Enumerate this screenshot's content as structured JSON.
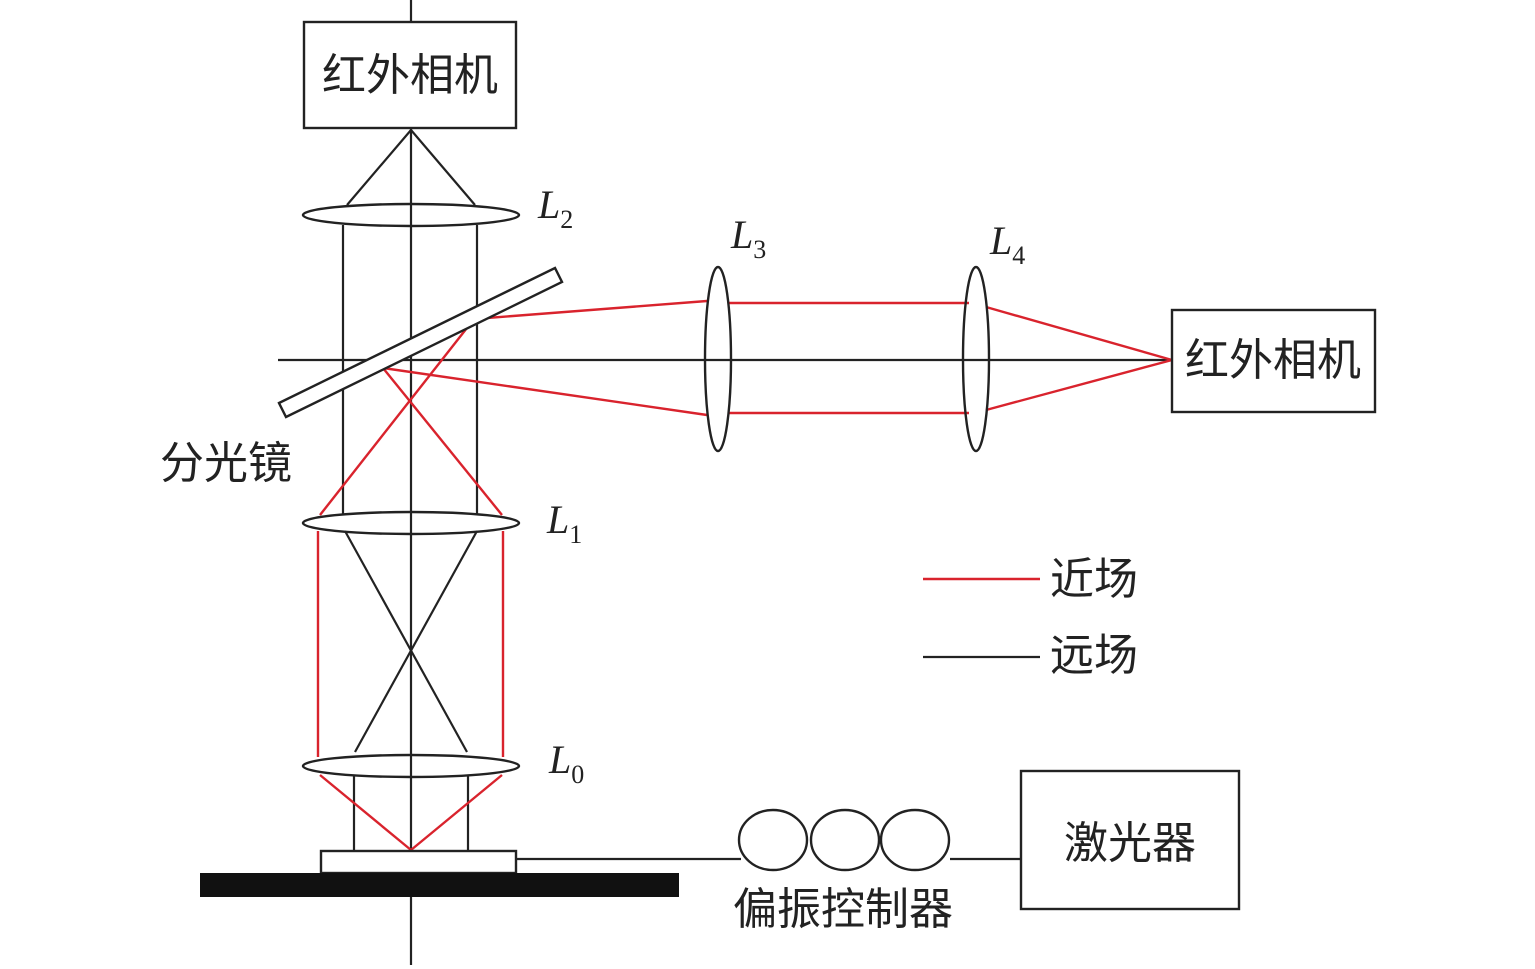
{
  "labels": {
    "camera_top": "红外相机",
    "camera_right": "红外相机",
    "beam_splitter": "分光镜",
    "laser": "激光器",
    "polarization_controller": "偏振控制器"
  },
  "lenses": {
    "L0": {
      "letter": "L",
      "sub": "0"
    },
    "L1": {
      "letter": "L",
      "sub": "1"
    },
    "L2": {
      "letter": "L",
      "sub": "2"
    },
    "L3": {
      "letter": "L",
      "sub": "3"
    },
    "L4": {
      "letter": "L",
      "sub": "4"
    }
  },
  "legend": {
    "items": [
      {
        "label": "近场",
        "color": "#d9232d"
      },
      {
        "label": "远场",
        "color": "#222222"
      }
    ]
  }
}
